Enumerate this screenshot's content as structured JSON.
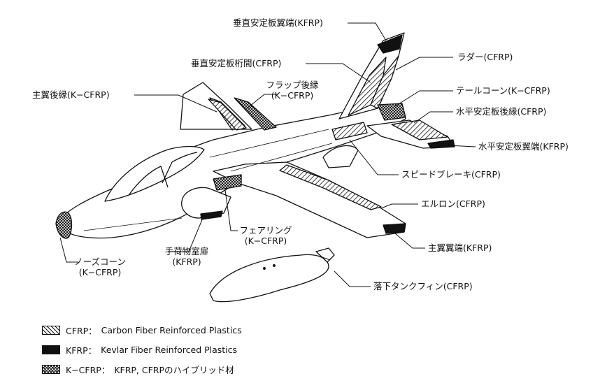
{
  "labels": {
    "vstab_tip": "垂直安定板翼端(KFRP)",
    "vstab_spar": "垂直安定板桁間(CFRP)",
    "rudder": "ラダー(CFRP)",
    "wing_trailing": "主翼後縁(K−CFRP)",
    "flap_trailing_1": "フラップ後縁",
    "flap_trailing_2": "(K−CFRP)",
    "tail_cone": "テールコーン(K−CFRP)",
    "hstab_trailing": "水平安定板後縁(CFRP)",
    "hstab_tip": "水平安定板翼端(KFRP)",
    "speed_brake": "スピードブレーキ(CFRP)",
    "aileron": "エルロン(CFRP)",
    "wing_tip": "主翼翼端(KFRP)",
    "fairing_1": "フェアリング",
    "fairing_2": "(K−CFRP)",
    "baggage_door_1": "手荷物室扉",
    "baggage_door_2": "(KFRP)",
    "nose_cone_1": "ノーズコーン",
    "nose_cone_2": "(K−CFRP)",
    "drop_tank_fin": "落下タンクフィン(CFRP)"
  },
  "legend": [
    {
      "term": "CFRP：",
      "desc": "Carbon Fiber Reinforced Plastics",
      "pattern": "diagonal-hatch"
    },
    {
      "term": "KFRP：",
      "desc": "Kevlar Fiber Reinforced Plastics",
      "pattern": "solid-black"
    },
    {
      "term": "K−CFRP：",
      "desc": "KFRP, CFRPのハイブリッド材",
      "pattern": "cross-hatch"
    }
  ],
  "colors": {
    "ink": "#111111",
    "paper": "#ffffff"
  }
}
